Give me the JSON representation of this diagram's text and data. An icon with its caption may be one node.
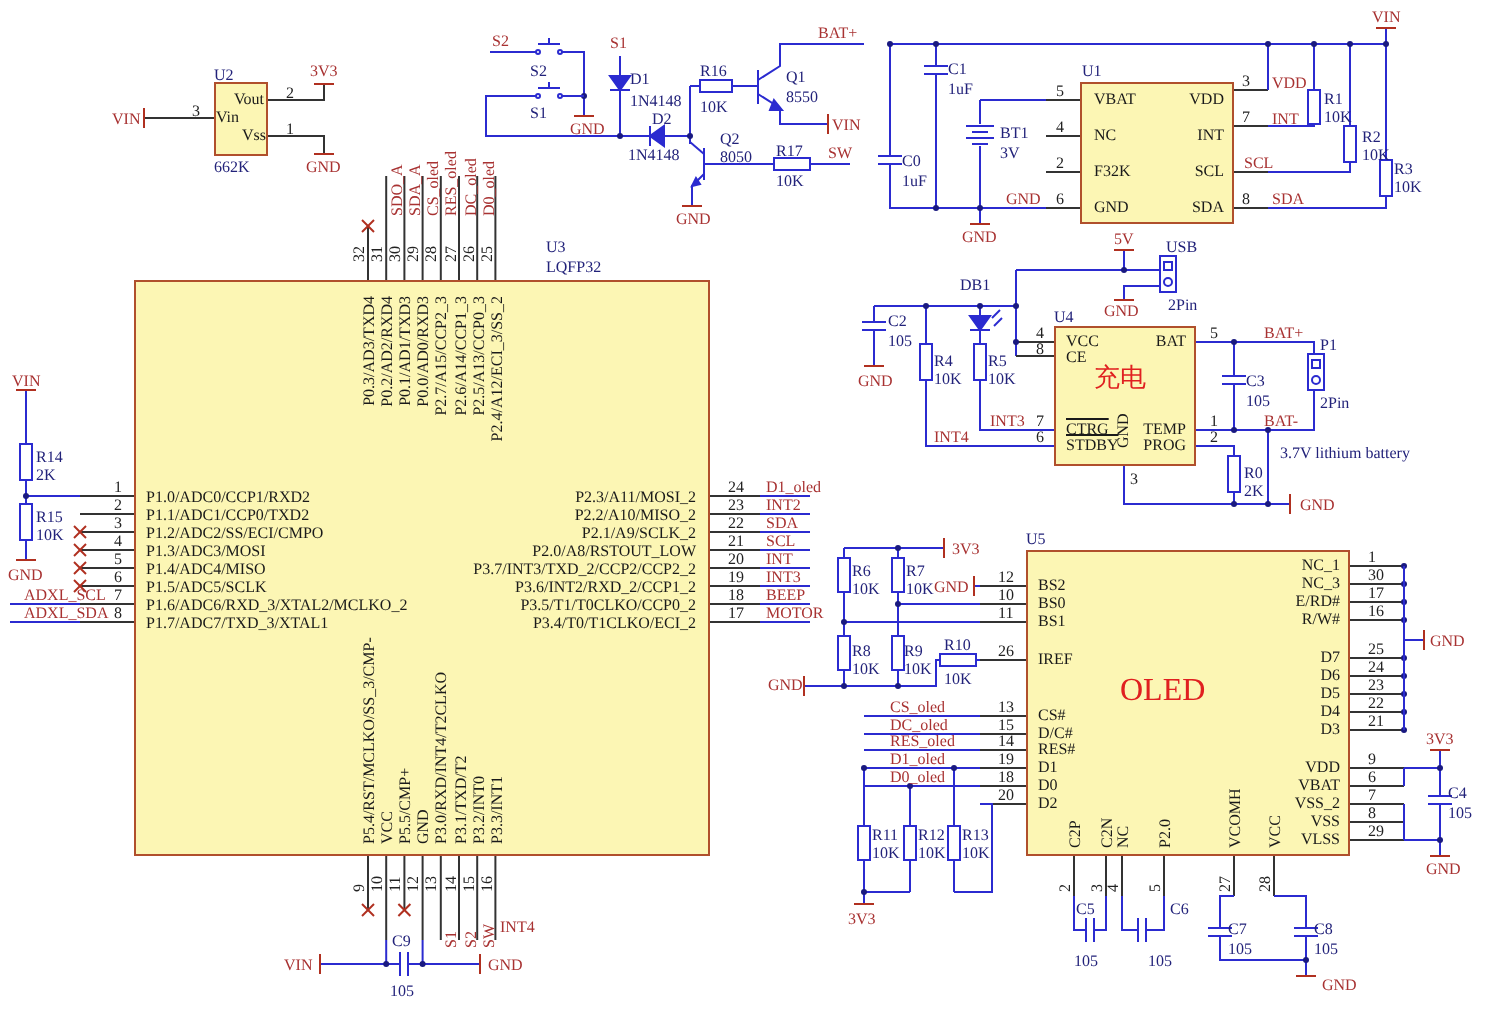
{
  "diagram": {
    "nodes": [
      {
        "text": [
          "Vout",
          "Vin",
          "Vss"
        ]
      },
      {
        "text": [
          "P1.0/ADC0/CCP1/RXD2",
          "P1.1/ADC1/CCP0/TXD2",
          "P1.2/ADC2/SS/ECI/CMPO",
          "P1.3/ADC3/MOSI",
          "P1.4/ADC4/MISO",
          "P1.5/ADC5/SCLK",
          "P1.6/ADC6/RXD_3/XTAL2/MCLKO_2",
          "P1.7/ADC7/TXD_3/XTAL1",
          "P0.3/AD3/TXD4",
          "P0.2/AD2/RXD4",
          "P0.1/AD1/TXD3",
          "P0.0/AD0/RXD3",
          "P2.7/A15/CCP2_3",
          "P2.6/A14/CCP1_3",
          "P2.5/A13/CCP0_3",
          "P2.4/A12/ECI_3/SS_2",
          "P2.3/A11/MOSI_2",
          "P2.2/A10/MISO_2",
          "P2.1/A9/SCLK_2",
          "P2.0/A8/RSTOUT_LOW",
          "P3.7/INT3/TXD_2/CCP2/CCP2_2",
          "P3.6/INT2/RXD_2/CCP1_2",
          "P3.5/T1/T0CLKO/CCP0_2",
          "P3.4/T0/T1CLKO/ECI_2",
          "P5.4/RST/MCLKO/SS_3/CMP-",
          "VCC",
          "P5.5/CMP+",
          "GND",
          "P3.0/RXD/INT4/T2CLKO",
          "P3.1/TXD/T2",
          "P3.2/INT0",
          "P3.3/INT1"
        ]
      },
      {
        "text": [
          "VBAT",
          "NC",
          "F32K",
          "GND",
          "VDD",
          "INT",
          "SCL",
          "SDA"
        ]
      },
      {
        "text": [
          "VCC",
          "CE",
          "BAT",
          "充电",
          "CTRG",
          "STDBY",
          "TEMP",
          "PROG",
          "GND"
        ]
      },
      {
        "text": [
          "BS2",
          "BS0",
          "BS1",
          "IREF",
          "CS#",
          "D/C#",
          "RES#",
          "D1",
          "D0",
          "D2",
          "NC_1",
          "NC_3",
          "E/RD#",
          "R/W#",
          "D7",
          "D6",
          "D5",
          "D4",
          "D3",
          "VDD",
          "VBAT",
          "VSS_2",
          "VSS",
          "VLSS",
          "C2P",
          "C2N",
          "NC",
          "P2.0",
          "VCOMH",
          "VCC",
          "OLED"
        ]
      }
    ],
    "labels": [
      "U2",
      "662K",
      "3",
      "2",
      "1",
      "VIN",
      "3V3",
      "GND",
      "S2",
      "S2",
      "S1",
      "GND",
      "S1",
      "D1",
      "1N4148",
      "D2",
      "1N4148",
      "R16",
      "10K",
      "Q1",
      "8550",
      "BAT+",
      "VIN",
      "Q2",
      "8050",
      "R17",
      "10K",
      "SW",
      "GND",
      "C1",
      "1uF",
      "BT1",
      "3V",
      "C0",
      "1uF",
      "GND",
      "GND",
      "U1",
      "5",
      "4",
      "2",
      "6",
      "3",
      "7",
      "8",
      "VDD",
      "INT",
      "SCL",
      "SDA",
      "R1",
      "10K",
      "R2",
      "10K",
      "R3",
      "10K",
      "VIN",
      "32",
      "31",
      "30",
      "29",
      "28",
      "27",
      "26",
      "25",
      "SDO_A",
      "SDA_A",
      "CS_oled",
      "RES_oled",
      "DC_oled",
      "D0_oled",
      "U3",
      "LQFP32",
      "1",
      "2",
      "3",
      "4",
      "5",
      "6",
      "7",
      "8",
      "VIN",
      "R14",
      "2K",
      "R15",
      "10K",
      "GND",
      "ADXL_SCL",
      "ADXL_SDA",
      "24",
      "23",
      "22",
      "21",
      "20",
      "19",
      "18",
      "17",
      "D1_oled",
      "INT2",
      "SDA",
      "SCL",
      "INT",
      "INT3",
      "BEEP",
      "MOTOR",
      "9",
      "10",
      "11",
      "12",
      "13",
      "14",
      "15",
      "16",
      "S1",
      "S2",
      "SW",
      "INT4",
      "C9",
      "105",
      "VIN",
      "GND",
      "5V",
      "USB",
      "2Pin",
      "DB1",
      "C2",
      "105",
      "GND",
      "R4",
      "10K",
      "R5",
      "10K",
      "U4",
      "GND",
      "4",
      "8",
      "INT3",
      "7",
      "INT4",
      "6",
      "5",
      "1",
      "2",
      "3",
      "BAT+",
      "P1",
      "2Pin",
      "C3",
      "105",
      "BAT-",
      "3.7V lithium battery",
      "R0",
      "2K",
      "GND",
      "U5",
      "3V3",
      "R6",
      "10K",
      "R7",
      "10K",
      "GND",
      "12",
      "10",
      "11",
      "R8",
      "10K",
      "R9",
      "10K",
      "R10",
      "10K",
      "26",
      "GND",
      "CS_oled",
      "13",
      "DC_oled",
      "15",
      "RES_oled",
      "14",
      "D1_oled",
      "19",
      "D0_oled",
      "18",
      "20",
      "R11",
      "10K",
      "R12",
      "10K",
      "R13",
      "10K",
      "3V3",
      "1",
      "30",
      "17",
      "16",
      "25",
      "24",
      "23",
      "22",
      "21",
      "9",
      "6",
      "7",
      "8",
      "29",
      "GND",
      "3V3",
      "C4",
      "105",
      "GND",
      "2",
      "3",
      "4",
      "5",
      "27",
      "28",
      "C5",
      "105",
      "C6",
      "105",
      "C7",
      "105",
      "C8",
      "105",
      "GND"
    ]
  }
}
